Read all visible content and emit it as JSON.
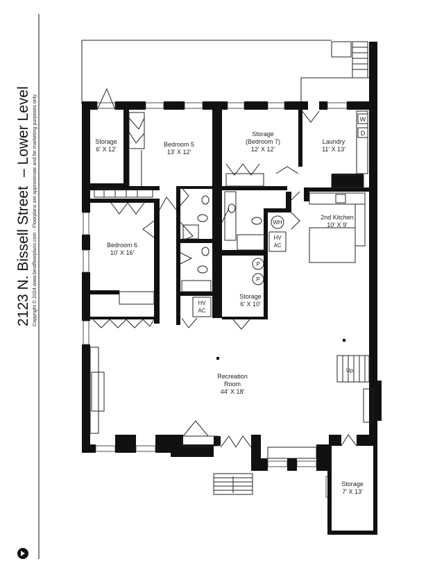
{
  "title": {
    "address": "2123 N. Bissell Street",
    "level": "Lower Level",
    "copyright": "Copyright © 2024 www.bestfloorplans.com - Floorplans are approximate and for marketing purposes only"
  },
  "compass_icon": "north-arrow-icon",
  "rooms": [
    {
      "key": "storage-a",
      "name": "Storage",
      "dims": "6' X 12'"
    },
    {
      "key": "bedroom-5",
      "name": "Bedroom 5",
      "dims": "13' X 12'"
    },
    {
      "key": "storage-b",
      "name": "Storage",
      "name2": "(Bedroom 7)",
      "dims": "12' X 12'"
    },
    {
      "key": "laundry",
      "name": "Laundry",
      "dims": "11' X 13'"
    },
    {
      "key": "kitchen-2",
      "name": "2nd Kitchen",
      "dims": "10' X 9'"
    },
    {
      "key": "bedroom-6",
      "name": "Bedroom 6",
      "dims": "10' X 16'"
    },
    {
      "key": "storage-c",
      "name": "Storage",
      "dims": "6' X 10'"
    },
    {
      "key": "recreation",
      "name": "Recreation",
      "name2": "Room",
      "dims": "44' X 18'"
    },
    {
      "key": "storage-d",
      "name": "Storage",
      "dims": "7' X 13'"
    }
  ],
  "fixtures": {
    "hvac_1": "HV",
    "hvac_1b": "AC",
    "hvac_2": "HV",
    "hvac_2b": "AC",
    "water_heater": "WH",
    "pump_1": "P",
    "pump_2": "P",
    "washer": "W",
    "dryer": "D",
    "stairs_up": "Up"
  }
}
